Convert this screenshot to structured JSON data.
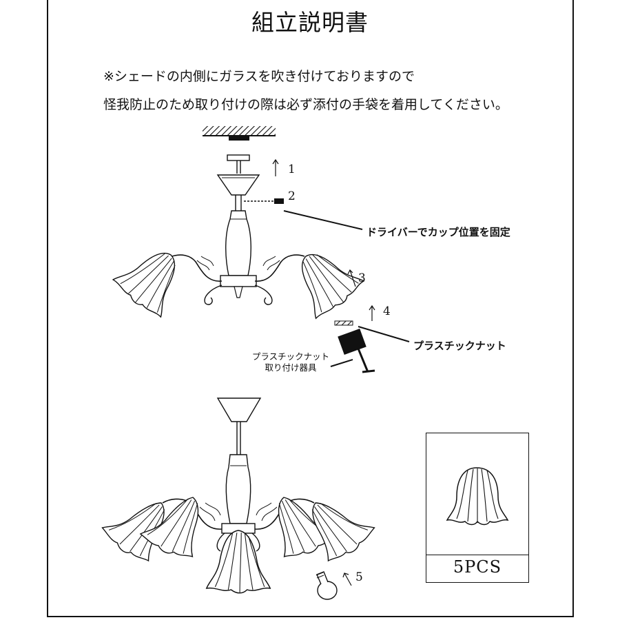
{
  "document": {
    "title": "組立説明書",
    "notice": [
      "※シェードの内側にガラスを吹き付けておりますので",
      "怪我防止のため取り付けの際は必ず添付の手袋を着用してください。"
    ]
  },
  "diagram": {
    "steps": [
      "1",
      "2",
      "3",
      "4",
      "5"
    ],
    "callouts": {
      "screwdriver": "ドライバーでカップ位置を固定",
      "plastic_nut": "プラスチックナット",
      "nut_tool_line1": "プラスチックナット",
      "nut_tool_line2": "取り付け器具"
    },
    "shade_box": {
      "count_label": "5PCS"
    }
  }
}
